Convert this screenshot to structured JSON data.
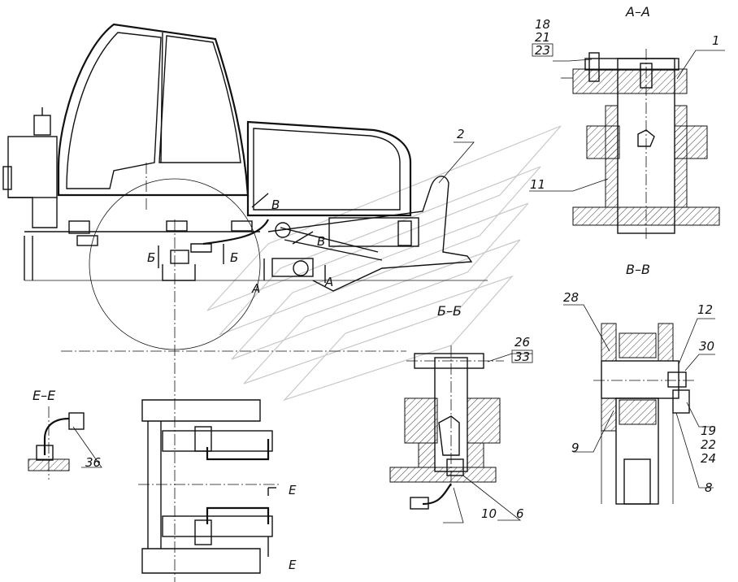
{
  "sections": {
    "aa": "А–А",
    "bb": "Б–Б",
    "vv": "В–В",
    "ee": "Е–Е"
  },
  "view_marks": {
    "a": "А",
    "b": "Б",
    "v": "В",
    "e": "Е"
  },
  "callouts": {
    "p1": "1",
    "p2": "2",
    "p6": "6",
    "p8": "8",
    "p9": "9",
    "p10": "10",
    "p11": "11",
    "p12": "12",
    "p18": "18",
    "p19": "19",
    "p21": "21",
    "p22": "22",
    "p23": "23",
    "p24": "24",
    "p26": "26",
    "p28": "28",
    "p30": "30",
    "p33": "33",
    "p36": "36"
  }
}
